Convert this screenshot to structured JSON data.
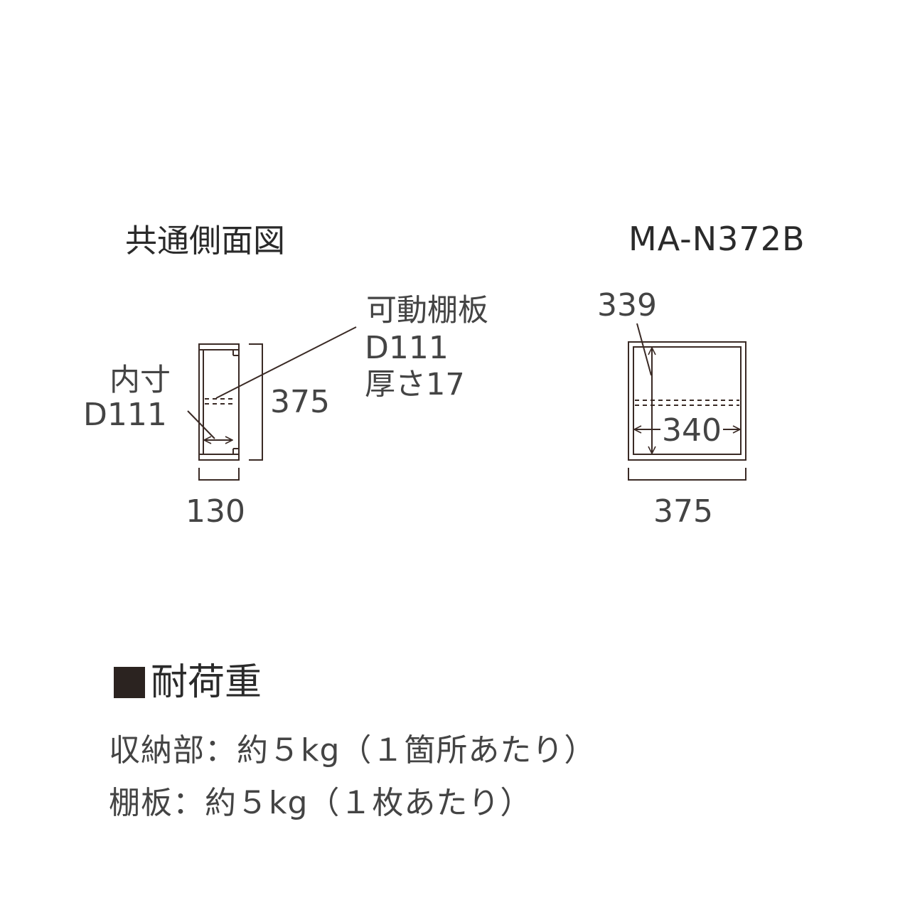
{
  "side_view": {
    "title": "共通側面図",
    "inner_label_line1": "内寸",
    "inner_label_line2": "D111",
    "shelf_label_line1": "可動棚板",
    "shelf_label_line2": "D111",
    "shelf_label_line3": "厚さ17",
    "height_dim": "375",
    "depth_dim": "130"
  },
  "front_view": {
    "title": "MA-N372B",
    "inner_height_dim": "339",
    "inner_width_dim": "340",
    "outer_width_dim": "375"
  },
  "load": {
    "heading": "耐荷重",
    "storage_line": "収納部：約５kg（１箇所あたり）",
    "shelf_line": "棚板：約５kg（１枚あたり）"
  },
  "colors": {
    "line": "#3a2a25",
    "text": "#444444",
    "heading_square": "#2b2320"
  }
}
